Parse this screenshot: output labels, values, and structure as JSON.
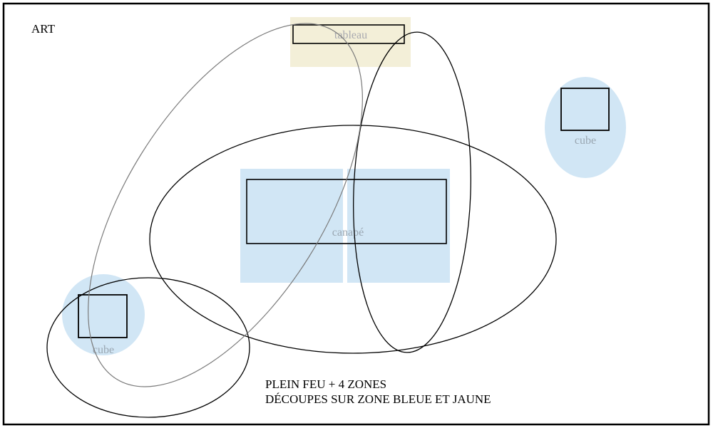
{
  "title": "ART",
  "objects": {
    "tableau": "tableau",
    "canape": "canapé",
    "cube_right": "cube",
    "cube_left": "cube"
  },
  "notes": {
    "line1": "PLEIN FEU + 4 ZONES",
    "line2": "DÉCOUPES SUR ZONE BLEUE ET JAUNE"
  },
  "colors": {
    "zone_blue": "#d1e6f5",
    "zone_yellow": "#f3efd8",
    "label_grey": "#9aa7b2",
    "outline": "#000000",
    "thin_outline": "#777777"
  }
}
